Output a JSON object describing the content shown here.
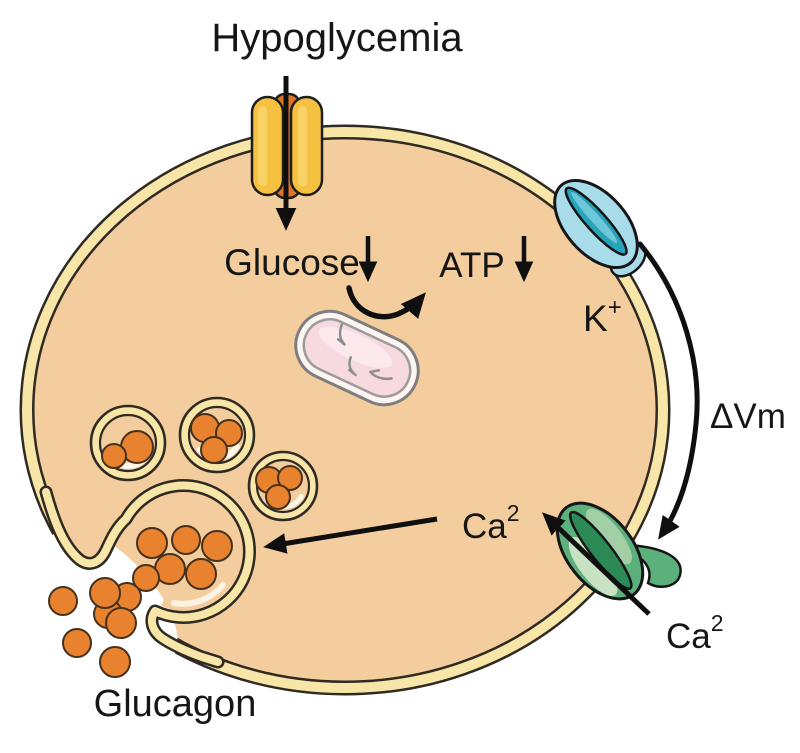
{
  "labels": {
    "hypoglycemia": "Hypoglycemia",
    "glucose": "Glucose",
    "atp": "ATP",
    "potassium_base": "K",
    "potassium_sup": "+",
    "delta_vm": "ΔVm",
    "calcium_in_base": "Ca",
    "calcium_in_sup": "2",
    "calcium_out_base": "Ca",
    "calcium_out_sup": "2",
    "glucagon": "Glucagon"
  },
  "colors": {
    "cytoplasm": "#f3cd9e",
    "membrane_band": "#f8e5a8",
    "outline": "#2f2a22",
    "granule_orange": "#e8822f",
    "granule_outline": "#46311c",
    "transporter_yellow": "#f6c140",
    "transporter_core": "#e07426",
    "katp_blue": "#a9dcea",
    "katp_teal": "#27a3ba",
    "calcium_green": "#5cb07c",
    "calcium_dark_green": "#2c8a57",
    "mitochondrion_pink": "#f7d9e0",
    "arrow_black": "#0f0f0f",
    "text": "#161616"
  },
  "parts": {
    "cell": "alpha-cell",
    "membrane": "cell-membrane",
    "transporter": "glucose-transporter-channel",
    "mitochondrion": "mitochondrion",
    "katp_channel": "potassium-channel",
    "calcium_channel": "calcium-channel",
    "vesicles": "secretory-vesicles",
    "granules": "glucagon-granules",
    "exocytosis": "exocytosis-site"
  }
}
